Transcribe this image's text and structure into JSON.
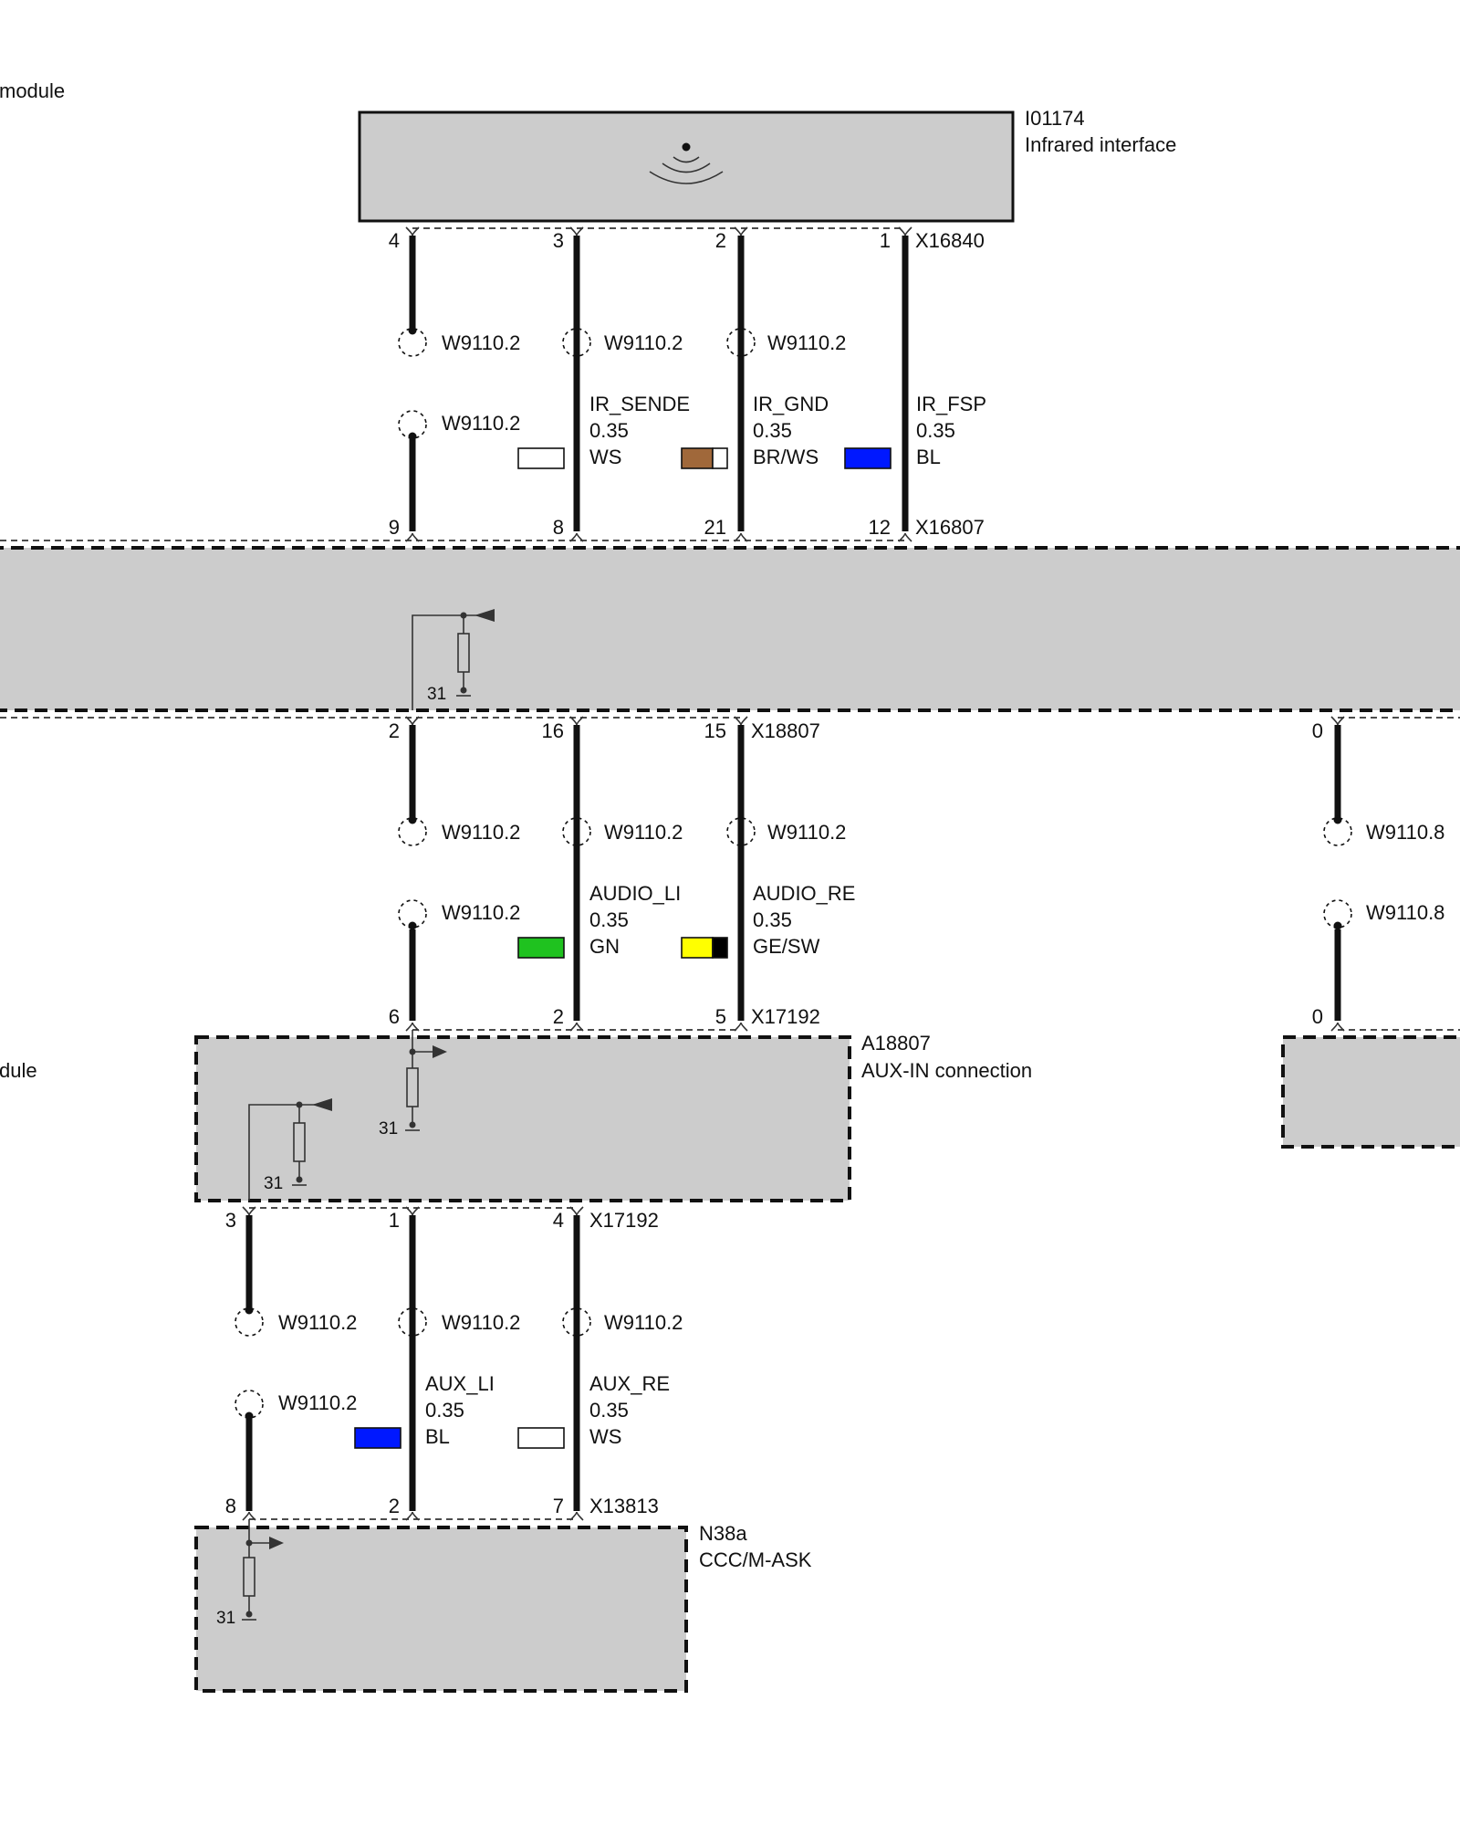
{
  "components": {
    "left_cut_top": "module",
    "left_cut_mid": "dule",
    "ir_id": "I01174",
    "ir_name": "Infrared interface",
    "aux_id": "A18807",
    "aux_name": "AUX-IN connection",
    "ccc_id": "N38a",
    "ccc_name": "CCC/M-ASK"
  },
  "connectors": {
    "x16840": "X16840",
    "x16807": "X16807",
    "x18807": "X18807",
    "x17192_top": "X17192",
    "x17192_bot": "X17192",
    "x13813": "X13813"
  },
  "pins": {
    "x16840": [
      "4",
      "3",
      "2",
      "1"
    ],
    "x16807": [
      "9",
      "8",
      "21",
      "12"
    ],
    "x18807": [
      "2",
      "16",
      "15"
    ],
    "x17192_top": [
      "6",
      "2",
      "5"
    ],
    "x17192_bot": [
      "3",
      "1",
      "4"
    ],
    "x13813": [
      "8",
      "2",
      "7"
    ],
    "right_top": "0",
    "right_bot": "0"
  },
  "shields": {
    "w2": "W9110.2",
    "w8": "W9110.8"
  },
  "ground": "31",
  "wires": [
    {
      "signal": "IR_SENDE",
      "size": "0.35",
      "color_code": "WS",
      "colors": [
        "#ffffff"
      ]
    },
    {
      "signal": "IR_GND",
      "size": "0.35",
      "color_code": "BR/WS",
      "colors": [
        "#a0683a",
        "#ffffff"
      ]
    },
    {
      "signal": "IR_FSP",
      "size": "0.35",
      "color_code": "BL",
      "colors": [
        "#0018ff"
      ]
    },
    {
      "signal": "AUDIO_LI",
      "size": "0.35",
      "color_code": "GN",
      "colors": [
        "#1fc21f"
      ]
    },
    {
      "signal": "AUDIO_RE",
      "size": "0.35",
      "color_code": "GE/SW",
      "colors": [
        "#ffff00",
        "#000000"
      ]
    },
    {
      "signal": "AUX_LI",
      "size": "0.35",
      "color_code": "BL",
      "colors": [
        "#0018ff"
      ]
    },
    {
      "signal": "AUX_RE",
      "size": "0.35",
      "color_code": "WS",
      "colors": [
        "#ffffff"
      ]
    }
  ]
}
